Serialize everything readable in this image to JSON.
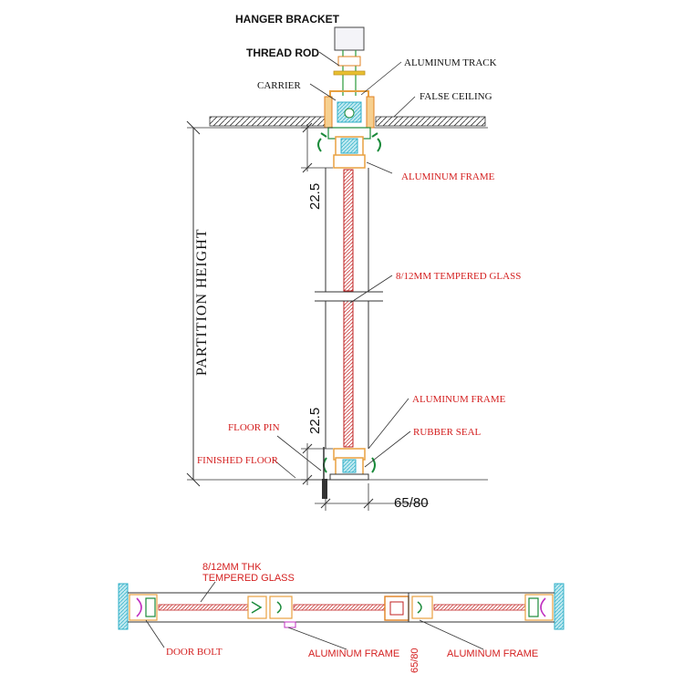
{
  "labels": {
    "hanger_bracket": "HANGER BRACKET",
    "thread_rod": "THREAD ROD",
    "carrier": "CARRIER",
    "aluminum_track": "ALUMINUM TRACK",
    "false_ceiling": "FALSE CEILING",
    "aluminum_frame_top": "ALUMINUM FRAME",
    "tempered_glass": "8/12MM TEMPERED GLASS",
    "partition_height": "PARTITION HEIGHT",
    "aluminum_frame_bottom": "ALUMINUM FRAME",
    "floor_pin": "FLOOR PIN",
    "rubber_seal": "RUBBER SEAL",
    "finished_floor": "FINISHED FLOOR"
  },
  "dimensions": {
    "top_gap": "22.5",
    "bottom_gap": "22.5",
    "frame_width": "65/80",
    "plan_width": "65/80"
  },
  "plan_labels": {
    "glass_line1": "8/12MM THK",
    "glass_line2": "TEMPERED GLASS",
    "door_bolt": "DOOR BOLT",
    "aluminum_frame_left": "ALUMINUM FRAME",
    "aluminum_frame_right": "ALUMINUM FRAME"
  },
  "colors": {
    "label_red": "#d42020",
    "label_black": "#111111",
    "frame_orange": "#e8a040",
    "glass_red": "#c02020",
    "seal_green": "#1a8a3a",
    "seal_magenta": "#c030c0",
    "cyan": "#30b0c8"
  }
}
